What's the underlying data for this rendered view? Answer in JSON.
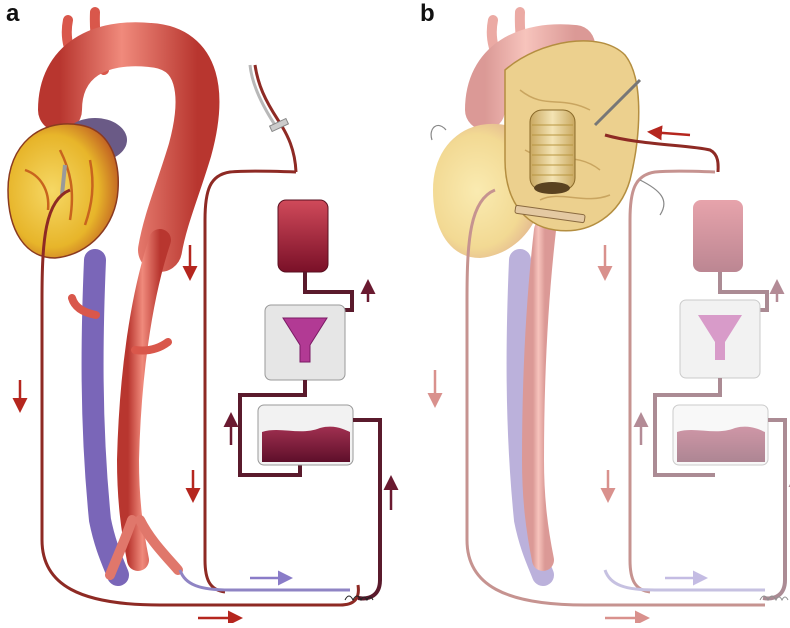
{
  "panels": [
    {
      "label": "a"
    },
    {
      "label": "b"
    }
  ],
  "colors": {
    "artery_tube": "#8e2a24",
    "venous_tube": "#8f84c4",
    "device_tube": "#5a1a2c",
    "aorta": "#dc5a4f",
    "vein": "#7864b4",
    "heart_fat": "#f0c63a",
    "blood_bag": "#a01a30",
    "filter": "#b23a94",
    "reservoir_blood": "#7a1a34",
    "graft": "#e9d39a"
  },
  "signature_text": "Wlley",
  "icons": [
    "arrow-icon",
    "blood-bag-icon",
    "filter-icon",
    "reservoir-icon",
    "needle-icon",
    "heart-icon",
    "clamp-icon"
  ]
}
